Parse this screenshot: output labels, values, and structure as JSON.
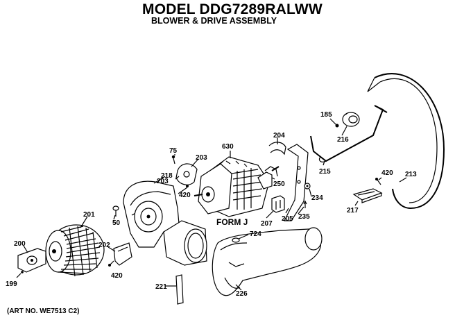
{
  "header": {
    "title": "MODEL DDG7289RALWW",
    "subtitle": "BLOWER & DRIVE ASSEMBLY"
  },
  "footer": {
    "art_number": "(ART NO. WE7513 C2)"
  },
  "annotation": {
    "form_label": "FORM J"
  },
  "parts": {
    "p75": "75",
    "p203a": "203",
    "p203b": "203",
    "p420a": "420",
    "p630": "630",
    "p204": "204",
    "p185": "185",
    "p216a": "216",
    "p215": "215",
    "p420b": "420",
    "p213": "213",
    "p217": "217",
    "p218": "218",
    "p250": "250",
    "p234": "234",
    "p235": "235",
    "p205": "205",
    "p207": "207",
    "p201": "201",
    "p50": "50",
    "p200": "200",
    "p202": "202",
    "p420c": "420",
    "p199": "199",
    "p724": "724",
    "p221": "221",
    "p226": "226"
  }
}
